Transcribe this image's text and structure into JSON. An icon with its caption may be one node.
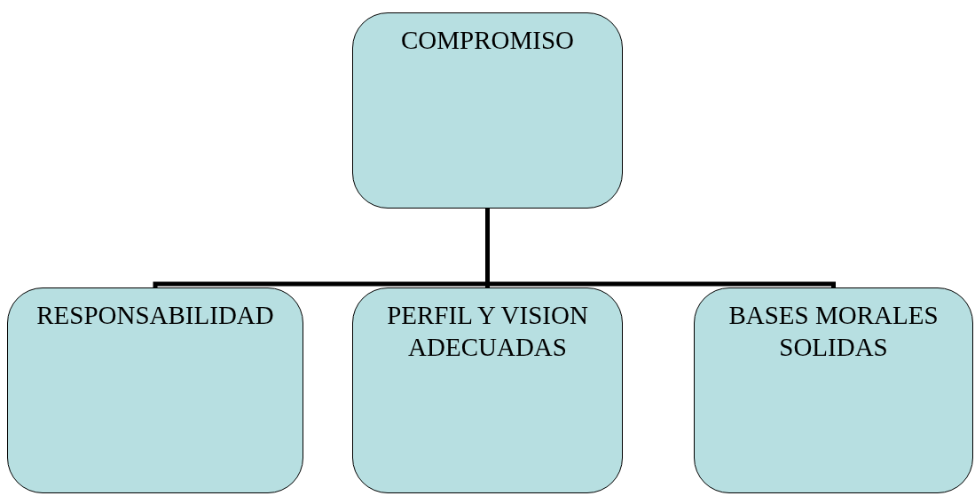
{
  "diagram": {
    "nodes": [
      {
        "text": [
          "COMPROMISO"
        ]
      },
      {
        "text": [
          "RESPONSABILIDAD"
        ]
      },
      {
        "text": [
          "PERFIL Y VISION ADECUADAS"
        ]
      },
      {
        "text": [
          "BASES MORALES SOLIDAS"
        ]
      }
    ],
    "edges": [
      {
        "from": 0,
        "to": 1,
        "arrow": "none"
      },
      {
        "from": 0,
        "to": 2,
        "arrow": "none"
      },
      {
        "from": 0,
        "to": 3,
        "arrow": "none"
      }
    ]
  }
}
